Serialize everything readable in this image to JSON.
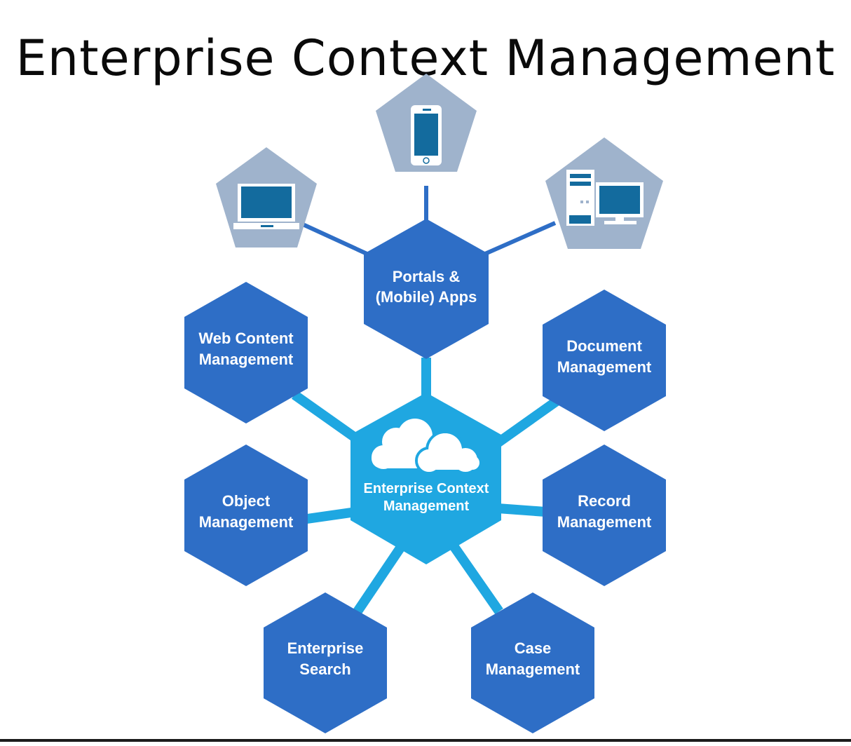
{
  "title": "Enterprise Context Management",
  "colors": {
    "hub": "#1fa7e1",
    "node": "#2e6ec6",
    "device_pentagon": "#9fb3cc",
    "device_screen": "#136b9e",
    "link_light": "#1fa7e1",
    "link_dark": "#2e6ec6"
  },
  "hub": {
    "line1": "Enterprise Context",
    "line2": "Management",
    "icon": "cloud-icon"
  },
  "portals": {
    "line1": "Portals &",
    "line2": "(Mobile) Apps"
  },
  "nodes": {
    "web_content": {
      "line1": "Web Content",
      "line2": "Management"
    },
    "document": {
      "line1": "Document",
      "line2": "Management"
    },
    "object": {
      "line1": "Object",
      "line2": "Management"
    },
    "record": {
      "line1": "Record",
      "line2": "Management"
    },
    "search": {
      "line1": "Enterprise",
      "line2": "Search"
    },
    "case": {
      "line1": "Case",
      "line2": "Management"
    }
  },
  "devices": [
    {
      "name": "laptop-icon"
    },
    {
      "name": "smartphone-icon"
    },
    {
      "name": "desktop-computer-icon"
    }
  ]
}
